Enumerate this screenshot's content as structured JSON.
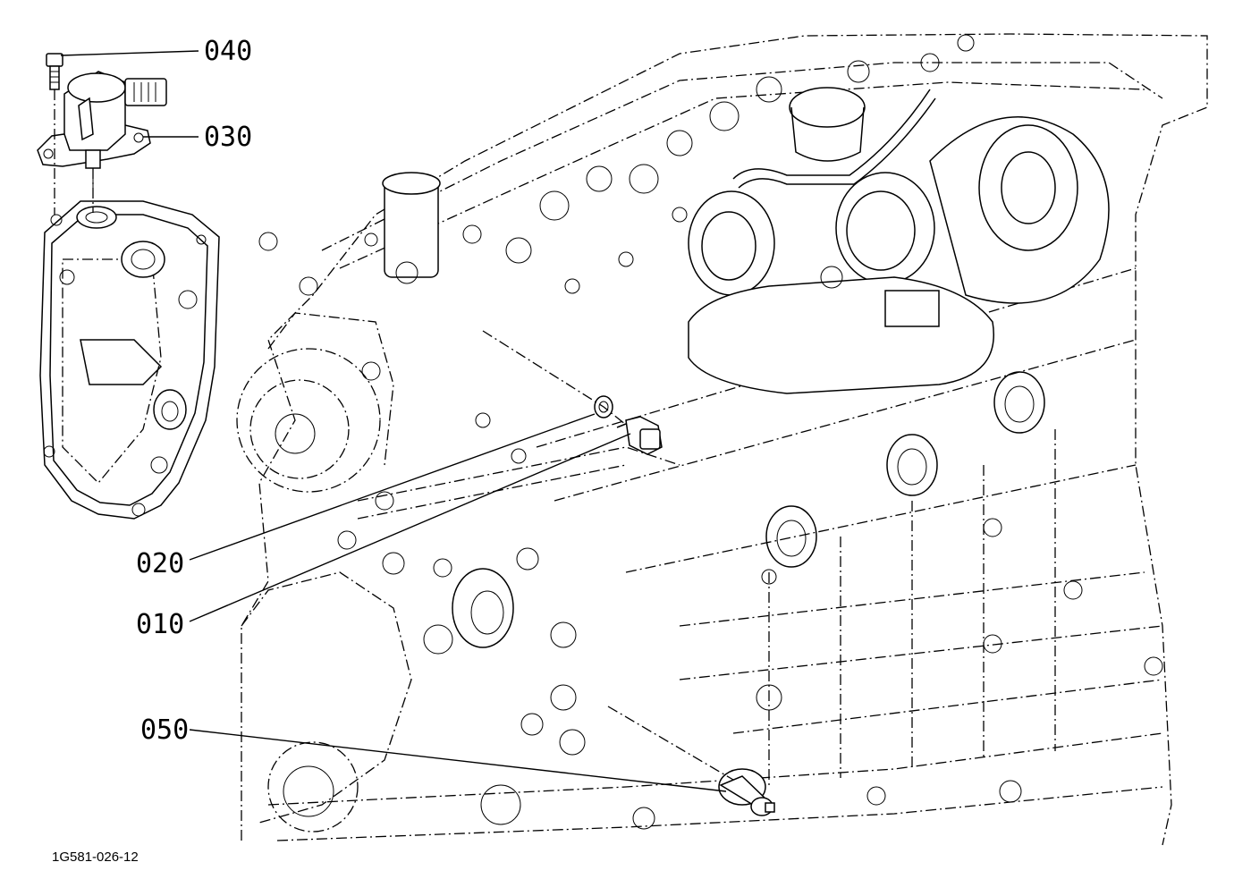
{
  "diagram": {
    "figure_number": "1G581-026-12",
    "callouts": [
      {
        "id": "c040",
        "label": "040"
      },
      {
        "id": "c030",
        "label": "030"
      },
      {
        "id": "c020",
        "label": "020"
      },
      {
        "id": "c010",
        "label": "010"
      },
      {
        "id": "c050",
        "label": "050"
      }
    ]
  }
}
